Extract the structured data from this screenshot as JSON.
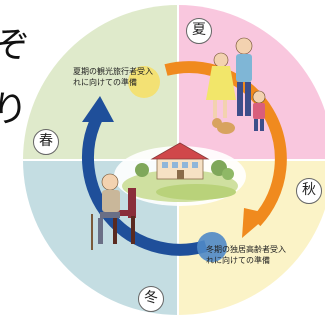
{
  "side_text": [
    "ぞ",
    "り"
  ],
  "seasons": {
    "summer": "夏",
    "spring": "春",
    "autumn": "秋",
    "winter": "冬"
  },
  "notes": {
    "summer": [
      "夏期の観光旅行者受入",
      "れに向けての準備"
    ],
    "winter": [
      "冬期の独居高齢者受入",
      "れに向けての準備"
    ]
  },
  "colors": {
    "summer_quadrant": "#f9c7de",
    "spring_quadrant": "#dfeacb",
    "autumn_quadrant": "#fbf3c7",
    "winter_quadrant": "#c4dde2",
    "orange_arrow": "#f08a1e",
    "blue_arrow": "#1f4f9a"
  }
}
